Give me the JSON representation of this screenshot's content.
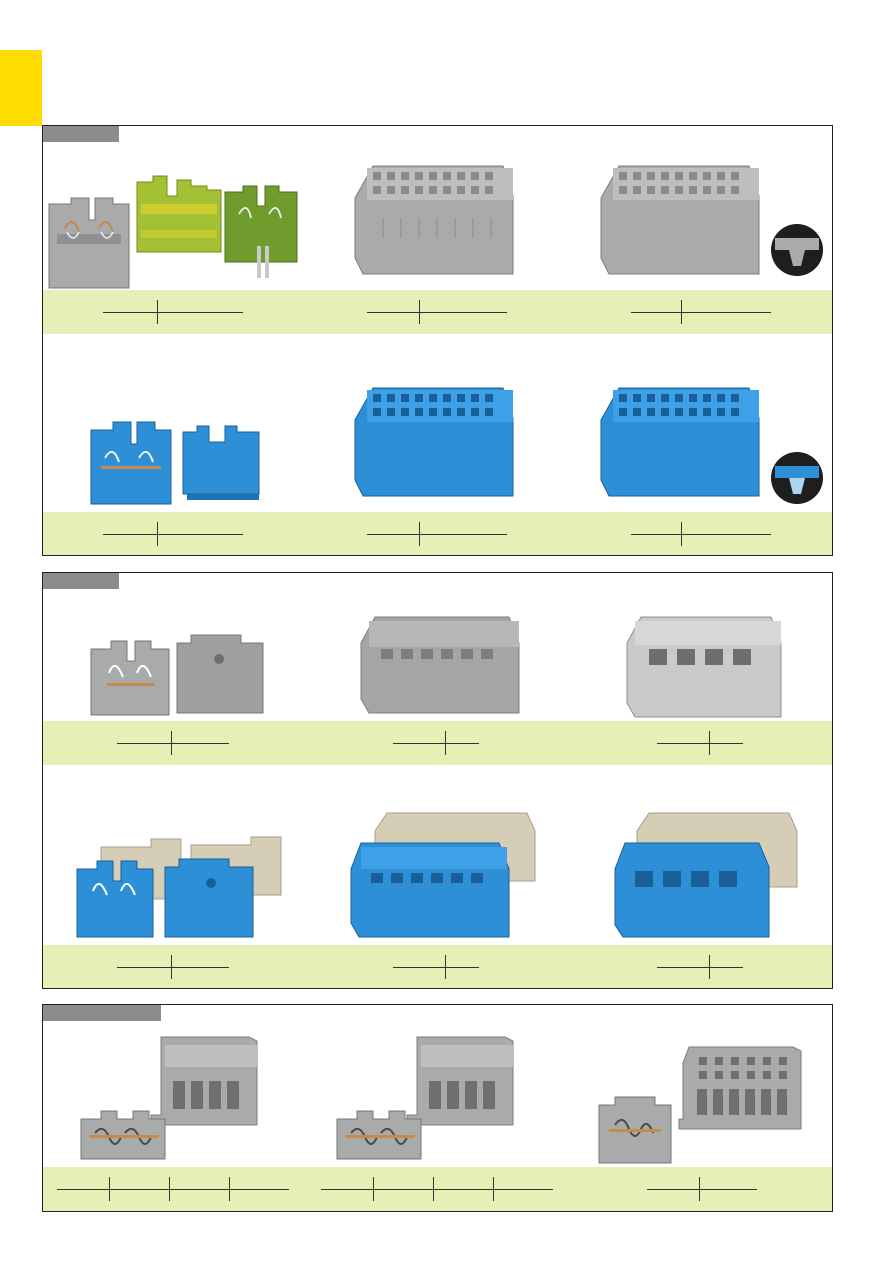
{
  "colors": {
    "accent_tab": "#ffdd00",
    "label_bar": "#8c8c8c",
    "table_band": "#e4f0b6",
    "product_gray": "#a9aaab",
    "product_green_yellow": "#9cbb2a",
    "product_blue": "#2d8fd6",
    "product_beige": "#d6cdb7"
  },
  "panels": [
    {
      "rows": [
        {
          "products": [
            "gray-green-yellow-terminal-blocks",
            "gray-multi-conductor-block",
            "gray-multi-conductor-block-detail"
          ]
        },
        {
          "products": [
            "blue-terminal-blocks",
            "blue-multi-conductor-block",
            "blue-multi-conductor-block-detail"
          ]
        }
      ]
    },
    {
      "rows": [
        {
          "products": [
            "gray-end-terminal-blocks",
            "gray-terminal-strip",
            "gray-terminal-strip-wide"
          ]
        },
        {
          "products": [
            "blue-beige-end-terminal-blocks",
            "blue-beige-terminal-strip",
            "blue-beige-terminal-strip-wide"
          ]
        }
      ]
    },
    {
      "rows": [
        {
          "products": [
            "gray-mounted-terminal-block-set",
            "gray-mounted-terminal-block-set-2",
            "gray-compact-terminal-block-set"
          ]
        }
      ]
    }
  ]
}
